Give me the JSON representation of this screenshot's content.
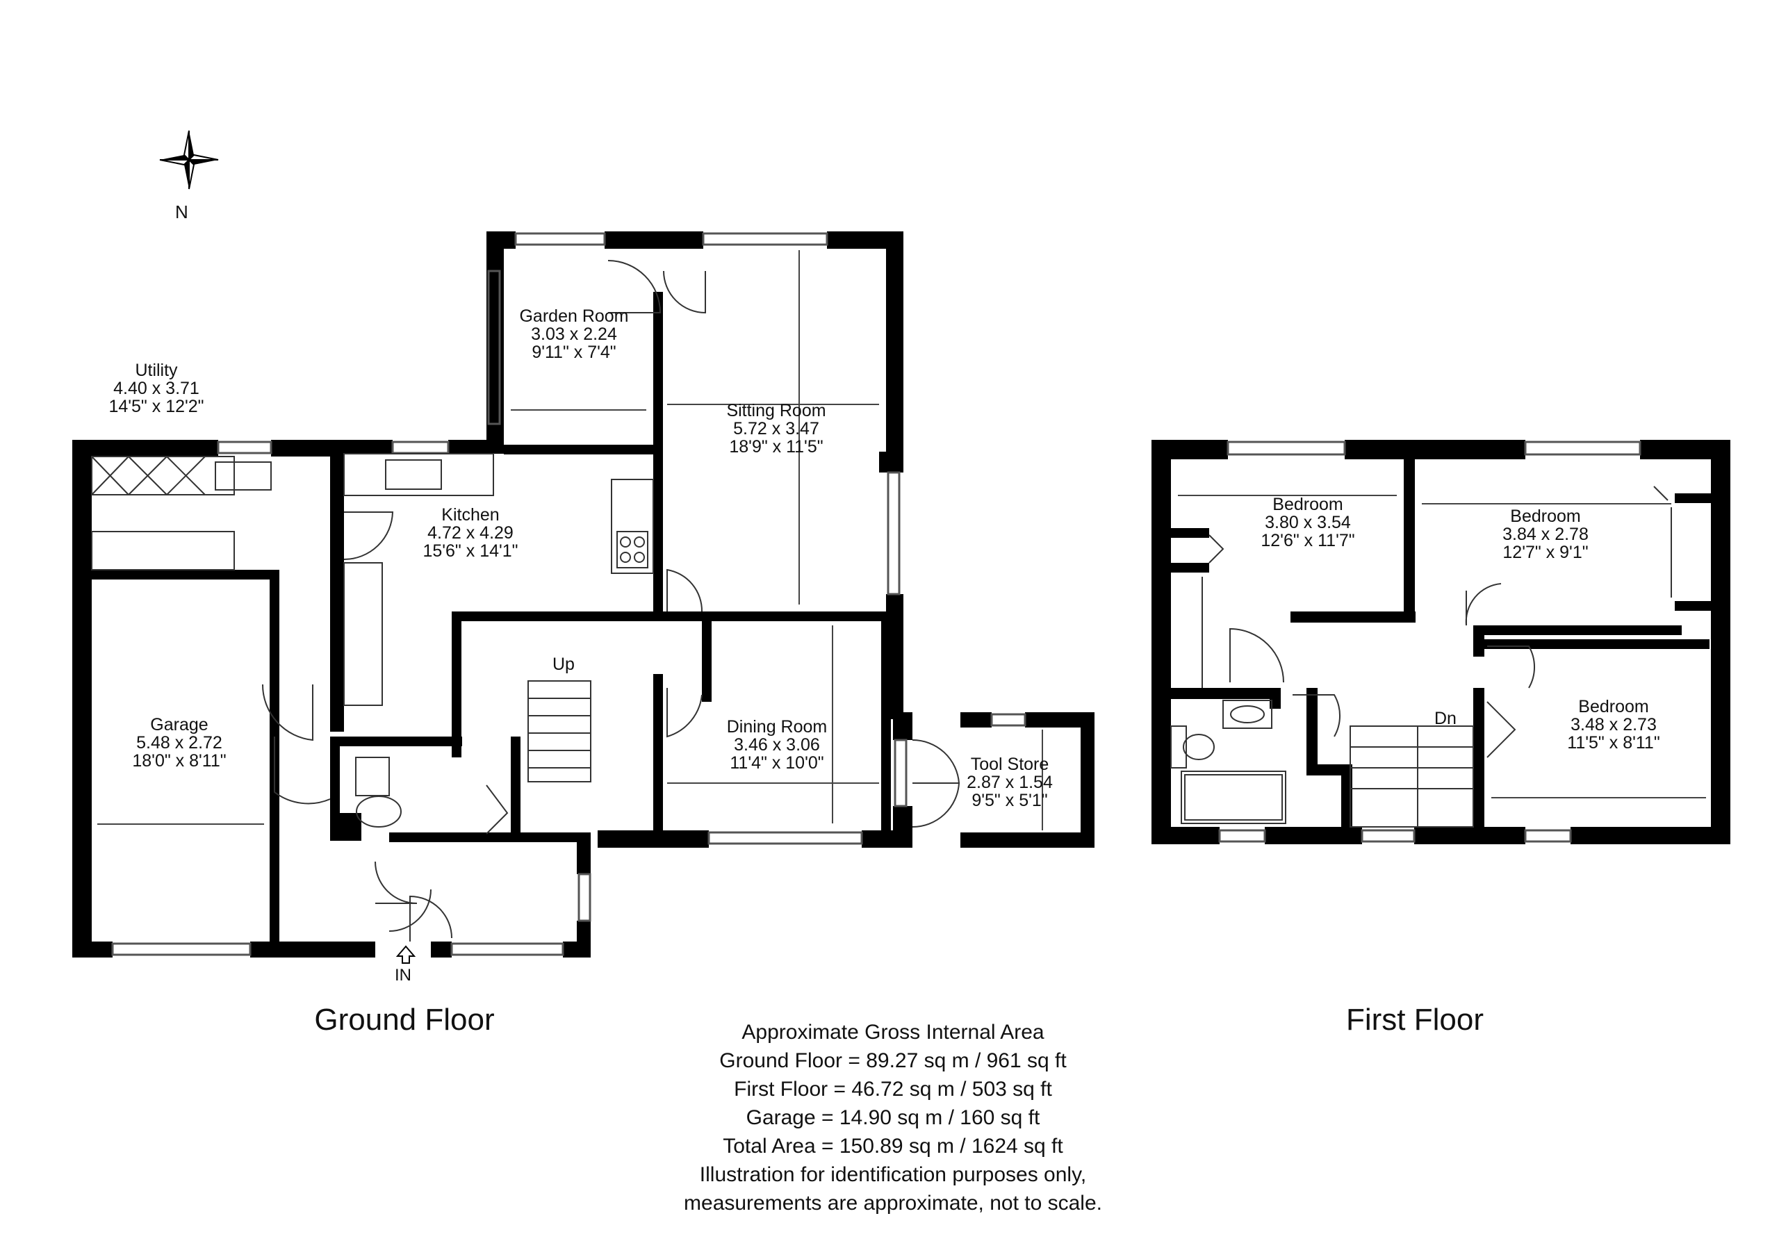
{
  "compass": {
    "north_label": "N",
    "icon": "compass-rose-icon"
  },
  "floors": {
    "ground": {
      "title": "Ground Floor",
      "rooms": {
        "utility": {
          "name": "Utility",
          "metric": "4.40 x 3.71",
          "imperial": "14'5\" x 12'2\""
        },
        "garden_room": {
          "name": "Garden Room",
          "metric": "3.03 x 2.24",
          "imperial": "9'11\" x 7'4\""
        },
        "sitting_room": {
          "name": "Sitting Room",
          "metric": "5.72 x 3.47",
          "imperial": "18'9\" x 11'5\""
        },
        "kitchen": {
          "name": "Kitchen",
          "metric": "4.72 x 4.29",
          "imperial": "15'6\" x 14'1\""
        },
        "garage": {
          "name": "Garage",
          "metric": "5.48 x 2.72",
          "imperial": "18'0\" x 8'11\""
        },
        "dining_room": {
          "name": "Dining Room",
          "metric": "3.46 x 3.06",
          "imperial": "11'4\" x 10'0\""
        },
        "tool_store": {
          "name": "Tool Store",
          "metric": "2.87 x 1.54",
          "imperial": "9'5\" x 5'1\""
        }
      },
      "stairs_label": "Up",
      "entrance_label": "IN"
    },
    "first": {
      "title": "First Floor",
      "rooms": {
        "bedroom_1": {
          "name": "Bedroom",
          "metric": "3.80 x 3.54",
          "imperial": "12'6\" x 11'7\""
        },
        "bedroom_2": {
          "name": "Bedroom",
          "metric": "3.84 x 2.78",
          "imperial": "12'7\" x 9'1\""
        },
        "bedroom_3": {
          "name": "Bedroom",
          "metric": "3.48 x 2.73",
          "imperial": "11'5\" x 8'11\""
        }
      },
      "stairs_label": "Dn"
    }
  },
  "area_summary": {
    "heading": "Approximate Gross Internal Area",
    "ground_floor": "Ground Floor = 89.27 sq m / 961 sq ft",
    "first_floor": "First Floor = 46.72 sq m / 503 sq ft",
    "garage": "Garage = 14.90 sq m / 160 sq ft",
    "total": "Total Area = 150.89 sq m / 1624 sq ft",
    "disclaimer_1": "Illustration for identification purposes only,",
    "disclaimer_2": "measurements are approximate, not to scale."
  },
  "colors": {
    "wall": "#000000",
    "background": "#ffffff",
    "window": "#888888"
  }
}
